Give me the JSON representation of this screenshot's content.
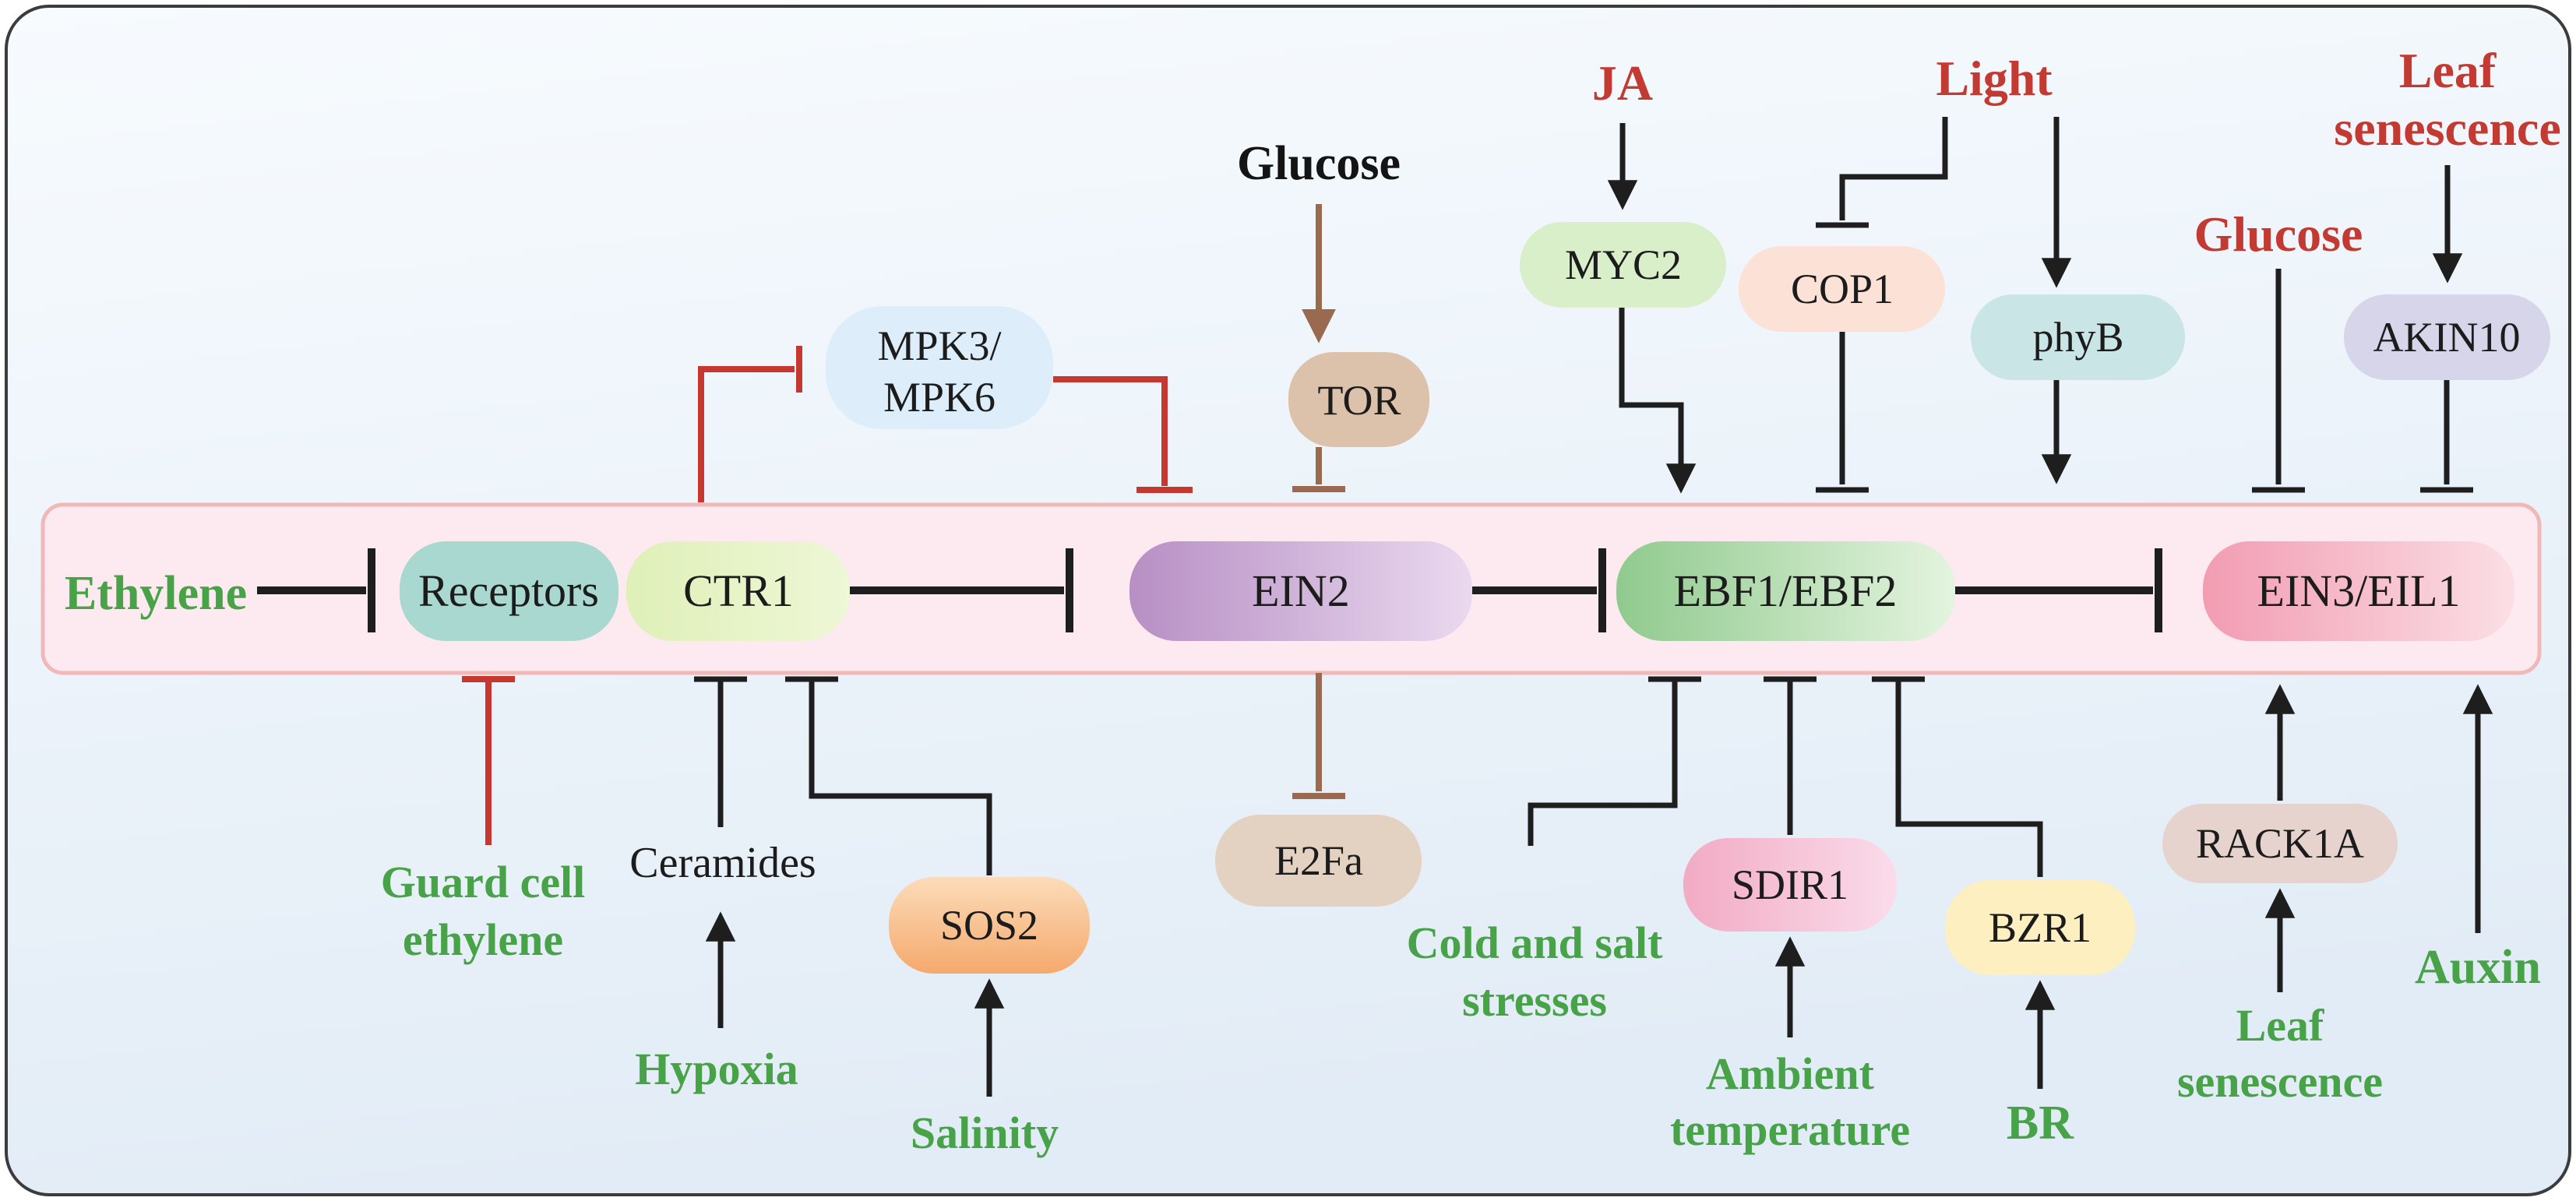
{
  "figure": {
    "title": "Ethylene signaling pathway regulation diagram",
    "background_top": "#f7fbfe",
    "background_bottom": "#e2ecf6",
    "frame_border": "#3c3c3c",
    "band_fill": "#fdeaf1",
    "band_border": "#f0b8b6",
    "line_black": "#1e1e1e",
    "line_red": "#c5372f",
    "line_brown": "#9a6a50",
    "text_green": "#48a348",
    "text_red": "#c23a31"
  },
  "nodes": {
    "receptors": {
      "label": "Receptors",
      "fill": "#a8d8cf"
    },
    "ctr1": {
      "label": "CTR1",
      "fill_left": "#dff0b8",
      "fill_right": "#eef7d6"
    },
    "ein2": {
      "label": "EIN2",
      "fill_left": "#b78fc4",
      "fill_right": "#ead9ef"
    },
    "ebf": {
      "label": "EBF1/EBF2",
      "fill_left": "#90ca8e",
      "fill_right": "#e4f4df"
    },
    "ein3": {
      "label": "EIN3/EIL1",
      "fill_left": "#f29cb2",
      "fill_right": "#fbdfe4"
    },
    "mpk": {
      "line1": "MPK3/",
      "line2": "MPK6",
      "fill": "#ddedf9"
    },
    "tor": {
      "label": "TOR",
      "fill": "#dcc2ab"
    },
    "myc2": {
      "label": "MYC2",
      "fill": "#d9efca"
    },
    "cop1": {
      "label": "COP1",
      "fill": "#fce1d6"
    },
    "phyb": {
      "label": "phyB",
      "fill": "#c9e5e6"
    },
    "akin10": {
      "label": "AKIN10",
      "fill": "#d6d5e9"
    },
    "e2fa": {
      "label": "E2Fa",
      "fill": "#e3d2c1"
    },
    "sos2": {
      "label": "SOS2",
      "fill_top": "#fcdcba",
      "fill_bottom": "#f5a96c"
    },
    "sdir1": {
      "label": "SDIR1",
      "fill_left": "#f2abc4",
      "fill_right": "#fadcea"
    },
    "bzr1": {
      "label": "BZR1",
      "fill": "#fdefc0"
    },
    "rack1a": {
      "label": "RACK1A",
      "fill": "#e6d3ce"
    }
  },
  "signals": {
    "ethylene": {
      "text": "Ethylene",
      "color": "#48a348"
    },
    "glucose_top": {
      "text": "Glucose",
      "color": "#141414"
    },
    "ja": {
      "text": "JA",
      "color": "#c23a31"
    },
    "light": {
      "text": "Light",
      "color": "#c23a31"
    },
    "leaf_senescence_top": {
      "line1": "Leaf",
      "line2": "senescence",
      "color": "#c23a31"
    },
    "glucose_right": {
      "text": "Glucose",
      "color": "#c23a31"
    },
    "guard_cell": {
      "line1": "Guard cell",
      "line2": "ethylene",
      "color": "#48a348"
    },
    "ceramides": {
      "text": "Ceramides",
      "color": "#1c1c1c"
    },
    "hypoxia": {
      "text": "Hypoxia",
      "color": "#48a348"
    },
    "salinity": {
      "text": "Salinity",
      "color": "#48a348"
    },
    "cold_salt": {
      "line1": "Cold and salt",
      "line2": "stresses",
      "color": "#48a348"
    },
    "ambient": {
      "line1": "Ambient",
      "line2": "temperature",
      "color": "#48a348"
    },
    "br": {
      "text": "BR",
      "color": "#48a348"
    },
    "leaf_senescence_bottom": {
      "line1": "Leaf",
      "line2": "senescence",
      "color": "#48a348"
    },
    "auxin": {
      "text": "Auxin",
      "color": "#48a348"
    }
  },
  "edges": [
    {
      "source": "Ethylene",
      "target": "Receptors",
      "type": "inhibition",
      "color": "black"
    },
    {
      "source": "CTR1",
      "target": "EIN2",
      "type": "inhibition",
      "color": "black"
    },
    {
      "source": "EIN2",
      "target": "EBF1/EBF2",
      "type": "inhibition",
      "color": "black"
    },
    {
      "source": "EBF1/EBF2",
      "target": "EIN3/EIL1",
      "type": "inhibition",
      "color": "black"
    },
    {
      "source": "CTR1",
      "target": "MPK3/MPK6",
      "type": "inhibition",
      "color": "red"
    },
    {
      "source": "MPK3/MPK6",
      "target": "EIN2",
      "type": "inhibition",
      "color": "red"
    },
    {
      "source": "Glucose",
      "target": "TOR",
      "type": "activation",
      "color": "brown"
    },
    {
      "source": "TOR",
      "target": "EIN2",
      "type": "inhibition",
      "color": "brown"
    },
    {
      "source": "JA",
      "target": "MYC2",
      "type": "activation",
      "color": "black"
    },
    {
      "source": "MYC2",
      "target": "EBF1/EBF2",
      "type": "activation",
      "color": "black"
    },
    {
      "source": "Light",
      "target": "COP1",
      "type": "inhibition",
      "color": "black"
    },
    {
      "source": "Light",
      "target": "phyB",
      "type": "activation",
      "color": "black"
    },
    {
      "source": "COP1",
      "target": "EBF1/EBF2",
      "type": "inhibition",
      "color": "black"
    },
    {
      "source": "phyB",
      "target": "EBF1/EBF2",
      "type": "activation",
      "color": "black"
    },
    {
      "source": "Glucose",
      "target": "EIN3/EIL1",
      "type": "inhibition",
      "color": "black"
    },
    {
      "source": "Leaf senescence",
      "target": "AKIN10",
      "type": "activation",
      "color": "black"
    },
    {
      "source": "AKIN10",
      "target": "EIN3/EIL1",
      "type": "inhibition",
      "color": "black"
    },
    {
      "source": "Guard cell ethylene",
      "target": "Receptors",
      "type": "inhibition",
      "color": "red"
    },
    {
      "source": "Ceramides",
      "target": "CTR1",
      "type": "inhibition",
      "color": "black"
    },
    {
      "source": "Hypoxia",
      "target": "Ceramides",
      "type": "activation",
      "color": "black"
    },
    {
      "source": "Salinity",
      "target": "SOS2",
      "type": "activation",
      "color": "black"
    },
    {
      "source": "SOS2",
      "target": "CTR1",
      "type": "inhibition",
      "color": "black"
    },
    {
      "source": "EIN2",
      "target": "E2Fa",
      "type": "inhibition",
      "color": "brown"
    },
    {
      "source": "Cold and salt stresses",
      "target": "EBF1/EBF2",
      "type": "inhibition",
      "color": "black"
    },
    {
      "source": "Ambient temperature",
      "target": "SDIR1",
      "type": "activation",
      "color": "black"
    },
    {
      "source": "SDIR1",
      "target": "EBF1/EBF2",
      "type": "inhibition",
      "color": "black"
    },
    {
      "source": "BR",
      "target": "BZR1",
      "type": "activation",
      "color": "black"
    },
    {
      "source": "BZR1",
      "target": "EBF1/EBF2",
      "type": "inhibition",
      "color": "black"
    },
    {
      "source": "Leaf senescence",
      "target": "RACK1A",
      "type": "activation",
      "color": "black"
    },
    {
      "source": "RACK1A",
      "target": "EIN3/EIL1",
      "type": "activation",
      "color": "black"
    },
    {
      "source": "Auxin",
      "target": "EIN3/EIL1",
      "type": "activation",
      "color": "black"
    }
  ]
}
